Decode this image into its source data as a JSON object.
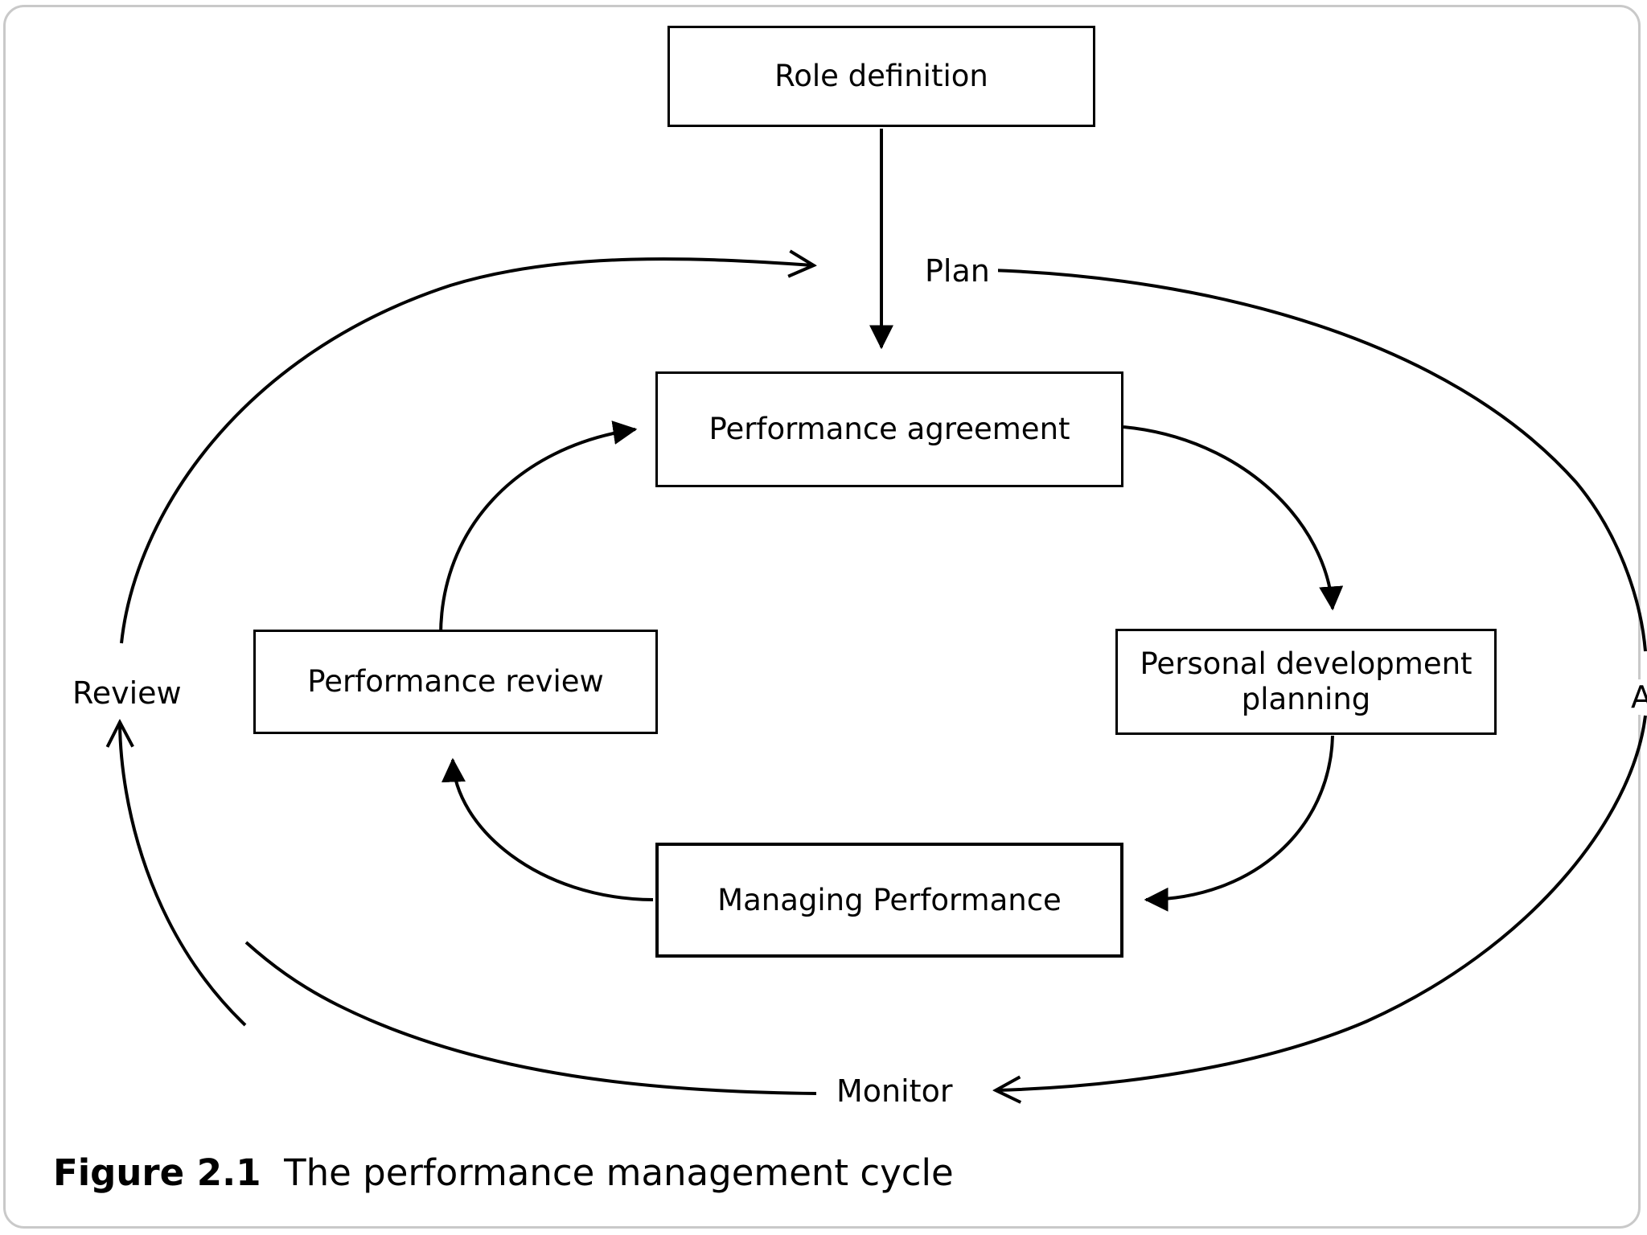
{
  "figure": {
    "number_label": "Figure 2.1",
    "title": "The performance management cycle"
  },
  "diagram": {
    "type": "cycle-diagram",
    "nodes": [
      {
        "id": "role-definition",
        "label": "Role definition"
      },
      {
        "id": "performance-agreement",
        "label": "Performance agreement"
      },
      {
        "id": "personal-development-planning",
        "label": "Personal development\nplanning"
      },
      {
        "id": "managing-performance",
        "label": "Managing Performance"
      },
      {
        "id": "performance-review",
        "label": "Performance review"
      }
    ],
    "cycle_stage_labels": [
      {
        "id": "plan",
        "label": "Plan"
      },
      {
        "id": "act",
        "label": "A"
      },
      {
        "id": "monitor",
        "label": "Monitor"
      },
      {
        "id": "review",
        "label": "Review"
      }
    ],
    "colors": {
      "stroke": "#000000",
      "fill": "#ffffff",
      "page_border": "#c9c9c9"
    }
  }
}
